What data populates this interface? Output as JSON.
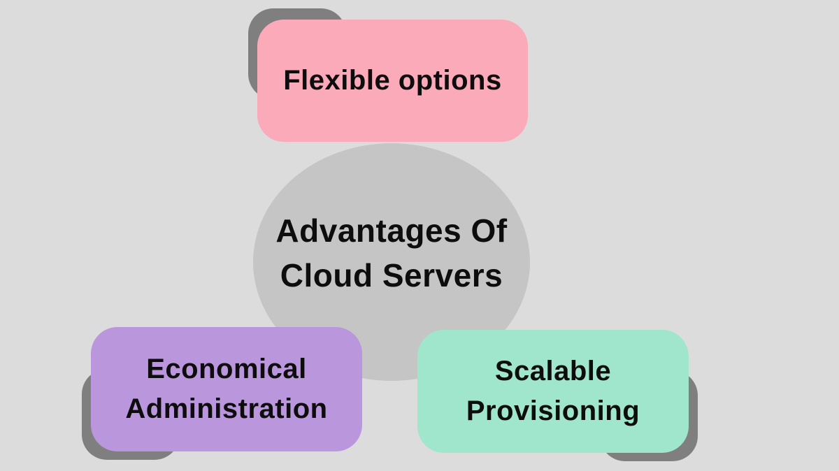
{
  "title": "Advantages Of Cloud Servers",
  "colors": {
    "background": "#dcdcdc",
    "ellipse_fill": "#c5c5c5",
    "card_pink": "#fbaaba",
    "card_purple": "#ba97dc",
    "card_teal": "#9fe6cc",
    "shadow_gray": "#7f7f7f",
    "text": "#0d0d0d"
  },
  "center": {
    "lines": [
      "Advantages Of",
      "Cloud Servers"
    ]
  },
  "cards": {
    "flexible": {
      "lines": [
        "Flexible options"
      ],
      "fill": "#fbaaba"
    },
    "economical": {
      "lines": [
        "Economical",
        "Administration"
      ],
      "fill": "#ba97dc"
    },
    "scalable": {
      "lines": [
        "Scalable",
        "Provisioning"
      ],
      "fill": "#9fe6cc"
    }
  }
}
